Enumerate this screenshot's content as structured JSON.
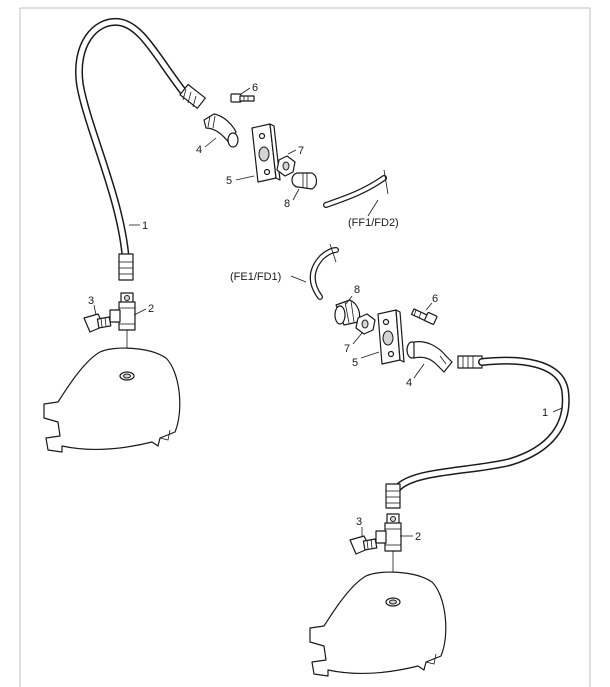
{
  "diagram": {
    "callouts": {
      "a1": "1",
      "a2": "2",
      "a3": "3",
      "a4": "4",
      "a5": "5",
      "a6": "6",
      "a7": "7",
      "a8": "8",
      "b1": "1",
      "b2": "2",
      "b3": "3",
      "b4": "4",
      "b5": "5",
      "b6": "6",
      "b7": "7",
      "b8": "8"
    },
    "references": {
      "upper": "(FF1/FD2)",
      "lower": "(FE1/FD1)"
    }
  }
}
